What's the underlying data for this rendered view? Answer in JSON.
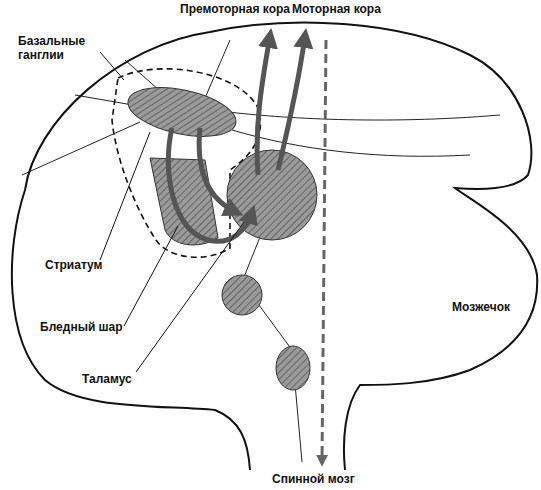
{
  "diagram": {
    "labels": [
      "Премоторная кора",
      "Моторная кора",
      "Базальные ганглии",
      "Стриатум",
      "Бледный шар",
      "Таламус",
      "Мозжечок",
      "Спинной мозг"
    ]
  }
}
